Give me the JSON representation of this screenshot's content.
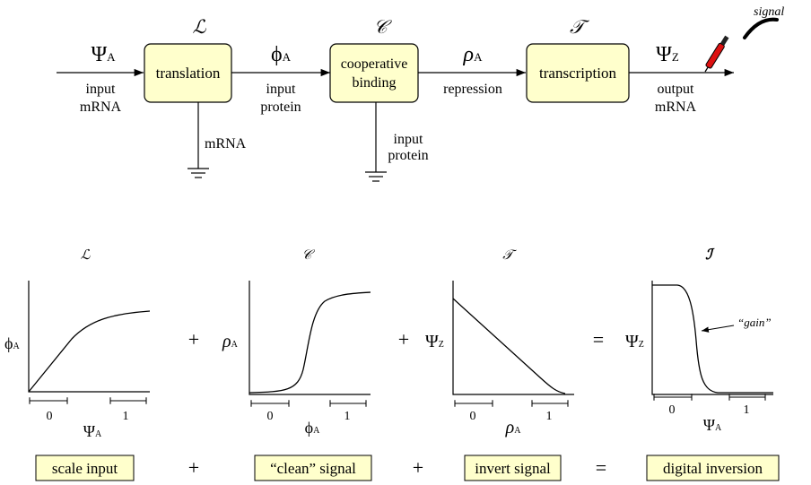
{
  "pipeline": {
    "signal_label": "signal",
    "blocks": [
      {
        "symbol": "ℒ",
        "lines": [
          "translation"
        ]
      },
      {
        "symbol": "𝒞",
        "lines": [
          "cooperative",
          "binding"
        ]
      },
      {
        "symbol": "𝒯",
        "lines": [
          "transcription"
        ]
      }
    ],
    "signals": [
      {
        "symbol": "Ψ",
        "sub": "A",
        "caption": [
          "input",
          "mRNA"
        ]
      },
      {
        "symbol": "ϕ",
        "sub": "A",
        "caption": [
          "input",
          "protein"
        ]
      },
      {
        "symbol": "ρ",
        "sub": "A",
        "caption": [
          "repression"
        ]
      },
      {
        "symbol": "Ψ",
        "sub": "Z",
        "caption": [
          "output",
          "mRNA"
        ]
      }
    ],
    "sinks": [
      {
        "label": [
          "mRNA"
        ]
      },
      {
        "label": [
          "input",
          "protein"
        ]
      }
    ]
  },
  "plots": [
    {
      "title": "ℒ",
      "y_symbol": "ϕ",
      "y_sub": "A",
      "x_symbol": "Ψ",
      "x_sub": "A",
      "range_labels": [
        "0",
        "1"
      ],
      "caption": "scale input"
    },
    {
      "title": "𝒞",
      "y_symbol": "ρ",
      "y_sub": "A",
      "x_symbol": "ϕ",
      "x_sub": "A",
      "range_labels": [
        "0",
        "1"
      ],
      "caption": "“clean” signal"
    },
    {
      "title": "𝒯",
      "y_symbol": "Ψ",
      "y_sub": "Z",
      "x_symbol": "ρ",
      "x_sub": "A",
      "range_labels": [
        "0",
        "1"
      ],
      "caption": "invert signal"
    },
    {
      "title": "ℐ",
      "y_symbol": "Ψ",
      "y_sub": "Z",
      "x_symbol": "Ψ",
      "x_sub": "A",
      "range_labels": [
        "0",
        "1"
      ],
      "caption": "digital inversion",
      "annotation": "“gain”"
    }
  ],
  "operators": {
    "plots": [
      "+",
      "+",
      "="
    ],
    "captions": [
      "+",
      "+",
      "="
    ]
  },
  "colors": {
    "block_fill": "#ffffcc",
    "caption_fill": "#ffffcc",
    "probe_red": "#dd1111"
  }
}
